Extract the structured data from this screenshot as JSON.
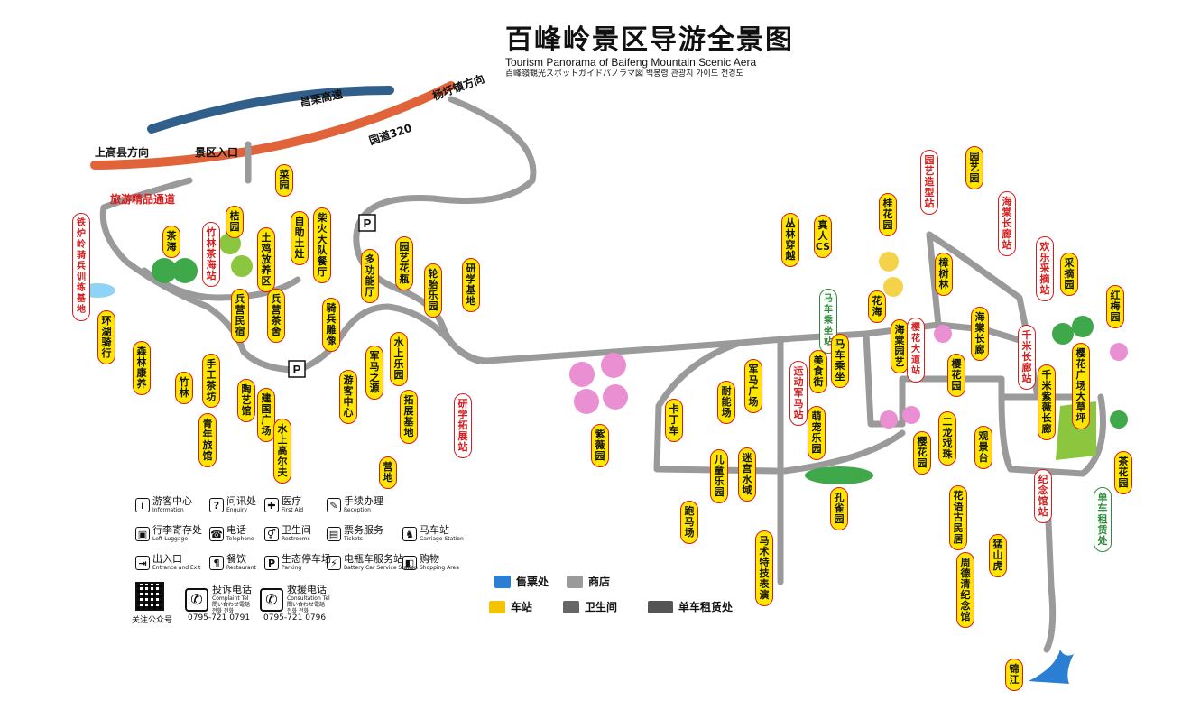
{
  "title": {
    "cn": "百峰岭景区导游全景图",
    "en": "Tourism Panorama of Baifeng Mountain Scenic Aera",
    "multi": "百峰嶺観光スポットガイドパノラマ図  백봉령 관광지 가이드 전경도"
  },
  "roads": {
    "highway": "昌栗高速",
    "national": "国道320",
    "shanggao": "上高县方向",
    "yangqiao": "杨圩镇方向",
    "entrance": "景区入口",
    "tour_channel": "旅游精品通道"
  },
  "spots": {
    "s01": "铁炉岭骑兵训练基地",
    "s02": "茶海",
    "s03": "竹林茶海站",
    "s04": "桔园",
    "s05": "土鸡放养区",
    "s06": "菜园",
    "s07": "自助土灶",
    "s08": "柴火大队餐厅",
    "s09": "多功能厅",
    "s10": "园艺花瓶",
    "s11": "轮胎乐园",
    "s12": "研学基地",
    "s13": "环湖骑行",
    "s14": "森林康养",
    "s15": "兵营民宿",
    "s16": "兵营茶舍",
    "s17": "骑兵雕像",
    "s18": "水上乐园",
    "s19": "手工茶坊",
    "s20": "竹林",
    "s21": "陶艺馆",
    "s22": "建国广场",
    "s23": "游客中心",
    "s24": "军马之源",
    "s25": "拓展基地",
    "s26": "研学拓展站",
    "s27": "青年旅馆",
    "s28": "水上高尔夫",
    "s29": "营地",
    "s30": "紫薇园",
    "s31": "卡丁车",
    "s32": "耐能场",
    "s33": "军马广场",
    "s34": "运动军马站",
    "s35": "儿童乐园",
    "s36": "迷宫水域",
    "s37": "跑马场",
    "s38": "马术特技表演",
    "s39": "丛林穿越",
    "s40": "真人CS",
    "s41": "马车乘坐站",
    "s42": "美食街",
    "s43": "马车乘坐",
    "s44": "萌宠乐园",
    "s45": "孔雀园",
    "s46": "花海",
    "s47": "桂花园",
    "s48": "园艺造型站",
    "s49": "园艺园",
    "s50": "海棠长廊站",
    "s51": "樟树林",
    "s52": "海棠园艺",
    "s53": "樱花大道站",
    "s54": "海棠长廊",
    "s55": "樱花园",
    "s56": "欢乐采摘站",
    "s57": "采摘园",
    "s58": "红梅园",
    "s59": "千米长廊站",
    "s60": "千米紫薇长廊",
    "s61": "樱花广场大草坪",
    "s62": "二龙戏珠",
    "s63": "观景台",
    "s64": "樱花园",
    "s65": "纪念馆站",
    "s66": "茶花园",
    "s67": "单车租赁处",
    "s68": "花语古民居",
    "s69": "猛山虎",
    "s70": "周德清纪念馆",
    "s71": "锦江"
  },
  "legend": [
    {
      "cn": "游客中心",
      "en": "Information",
      "icon": "info-icon"
    },
    {
      "cn": "问讯处",
      "en": "Enquiry",
      "icon": "question-icon"
    },
    {
      "cn": "医疗",
      "en": "First Aid",
      "icon": "first-aid-icon"
    },
    {
      "cn": "手续办理",
      "en": "Reception",
      "icon": "reception-icon"
    },
    {
      "cn": "行李寄存处",
      "en": "Left Luggage",
      "icon": "luggage-icon"
    },
    {
      "cn": "电话",
      "en": "Telephone",
      "icon": "telephone-icon"
    },
    {
      "cn": "卫生间",
      "en": "Restrooms",
      "icon": "restroom-icon"
    },
    {
      "cn": "票务服务",
      "en": "Tickets",
      "icon": "ticket-icon"
    },
    {
      "cn": "马车站",
      "en": "Carriage Station",
      "icon": "horse-icon"
    },
    {
      "cn": "出入口",
      "en": "Entrance and Exit",
      "icon": "exit-icon"
    },
    {
      "cn": "餐饮",
      "en": "Restaurant",
      "icon": "restaurant-icon"
    },
    {
      "cn": "生态停车场",
      "en": "Parking",
      "icon": "parking-icon"
    },
    {
      "cn": "电瓶车服务站",
      "en": "Battery Car Service Station",
      "icon": "battery-car-icon"
    },
    {
      "cn": "购物",
      "en": "Shopping Area",
      "icon": "shopping-icon"
    }
  ],
  "qr_label": "关注公众号",
  "phones": [
    {
      "cn": "投诉电话",
      "en": "Complaint Tel",
      "sub": "問い合わせ電話",
      "sub2": "전화 전화",
      "number": "0795-721 0791"
    },
    {
      "cn": "救援电话",
      "en": "Consultation Tel",
      "sub": "問い合わせ電話",
      "sub2": "전화 전화",
      "number": "0795-721 0796"
    }
  ],
  "poi_legend": [
    {
      "label": "售票处",
      "icon": "ticket-booth-icon",
      "color": "#2a7fd4"
    },
    {
      "label": "商店",
      "icon": "shop-icon",
      "color": "#9a9a9a"
    },
    {
      "label": "车站",
      "icon": "station-icon",
      "color": "#f5c400"
    },
    {
      "label": "卫生间",
      "icon": "toilet-icon",
      "color": "#666666"
    },
    {
      "label": "单车租赁处",
      "icon": "bike-rental-icon",
      "color": "#555555"
    }
  ],
  "colors": {
    "road": "#9a9a9a",
    "highway": "#2f5f8a",
    "national": "#e0633a",
    "spot_fill": "#ffe600",
    "spot_border": "#d61c1c",
    "green": "#2e8b3a"
  },
  "map_symbols": {
    "parking": "P"
  }
}
